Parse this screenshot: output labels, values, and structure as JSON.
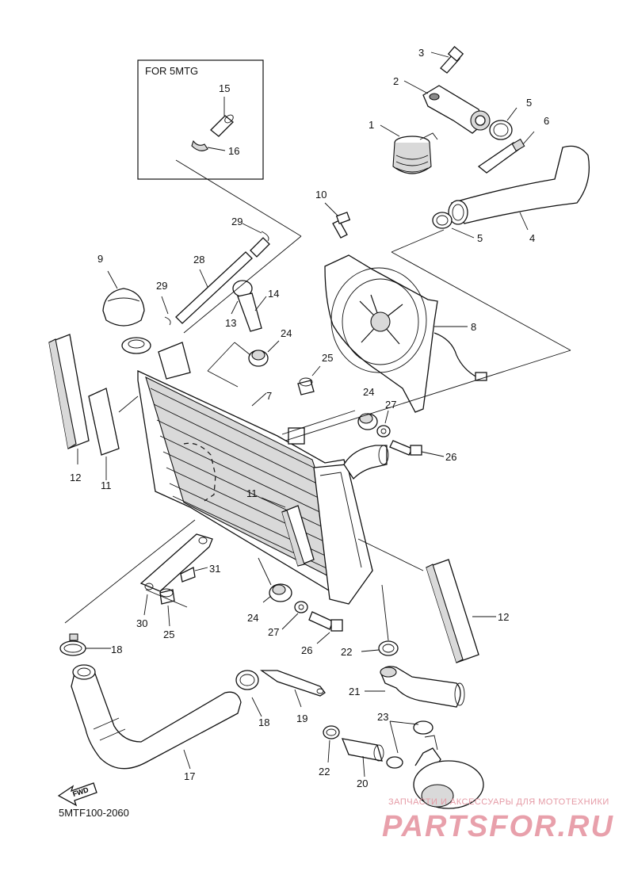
{
  "diagram": {
    "inset_title": "FOR 5MTG",
    "code": "5MTF100-2060",
    "fwd_label": "FWD",
    "watermark_small": "ЗАПЧАСТИ И АКСЕССУАРЫ ДЛЯ МОТОТЕХНИКИ",
    "watermark_brand": "PARTSFOR.RU",
    "labels": {
      "l1": "1",
      "l2": "2",
      "l3": "3",
      "l4": "4",
      "l5a": "5",
      "l5b": "5",
      "l6": "6",
      "l7": "7",
      "l8": "8",
      "l9": "9",
      "l10": "10",
      "l11a": "11",
      "l11b": "11",
      "l12a": "12",
      "l12b": "12",
      "l13": "13",
      "l14": "14",
      "l15": "15",
      "l16": "16",
      "l17": "17",
      "l18a": "18",
      "l18b": "18",
      "l19": "19",
      "l20": "20",
      "l21": "21",
      "l22a": "22",
      "l22b": "22",
      "l23": "23",
      "l24a": "24",
      "l24b": "24",
      "l24c": "24",
      "l25a": "25",
      "l25b": "25",
      "l26a": "26",
      "l26b": "26",
      "l27a": "27",
      "l27b": "27",
      "l28": "28",
      "l29a": "29",
      "l29b": "29",
      "l30": "30",
      "l31": "31"
    }
  }
}
